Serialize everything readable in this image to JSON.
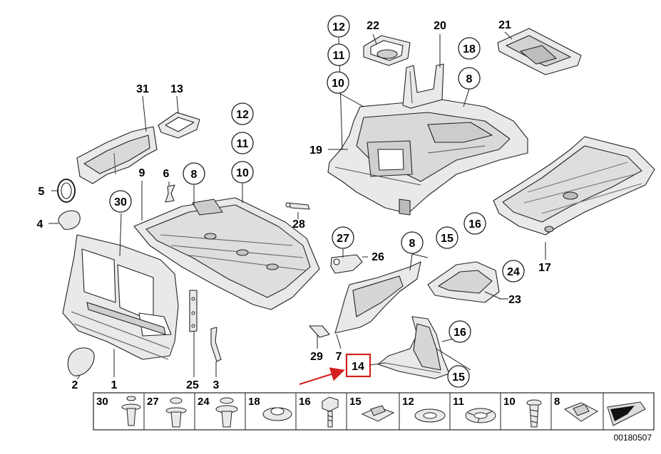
{
  "diagram": {
    "highlighted_part": "14",
    "highlight_color": "#d42020",
    "circled_labels": [
      "12",
      "11",
      "10",
      "22",
      "20",
      "18",
      "8",
      "21",
      "31",
      "13",
      "12",
      "11",
      "10",
      "8",
      "30",
      "27",
      "8",
      "15",
      "16",
      "24",
      "16",
      "15"
    ],
    "plain_labels": [
      "19",
      "9",
      "6",
      "5",
      "4",
      "28",
      "26",
      "17",
      "23",
      "29",
      "7",
      "1",
      "2",
      "25",
      "3"
    ],
    "fastener_strip": [
      "30",
      "27",
      "24",
      "18",
      "16",
      "15",
      "12",
      "11",
      "10",
      "8"
    ],
    "document_number": "00180507"
  }
}
